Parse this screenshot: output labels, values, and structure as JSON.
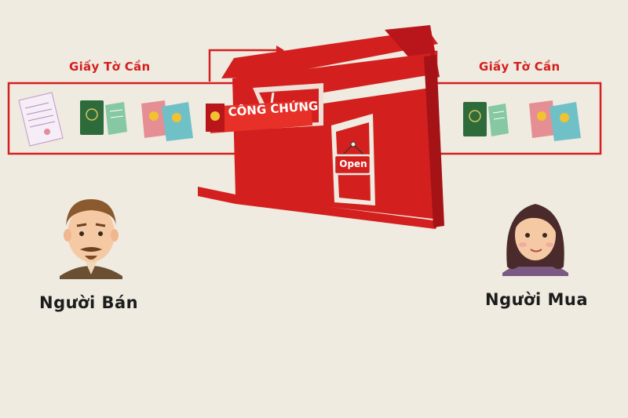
{
  "left_panel": {
    "title": "Giấy Tờ Cần"
  },
  "right_panel": {
    "title": "Giấy Tờ Cần"
  },
  "shop": {
    "banner_text": "CÔNG CHỨNG",
    "sign_text": "Open"
  },
  "seller": {
    "label": "Người Bán"
  },
  "buyer": {
    "label": "Người Mua"
  },
  "colors": {
    "accent_red": "#d3201f",
    "background": "#efebe1",
    "passport_green": "#2e6b3a",
    "booklet_pink": "#e58f94",
    "booklet_teal": "#6fc1c7"
  }
}
